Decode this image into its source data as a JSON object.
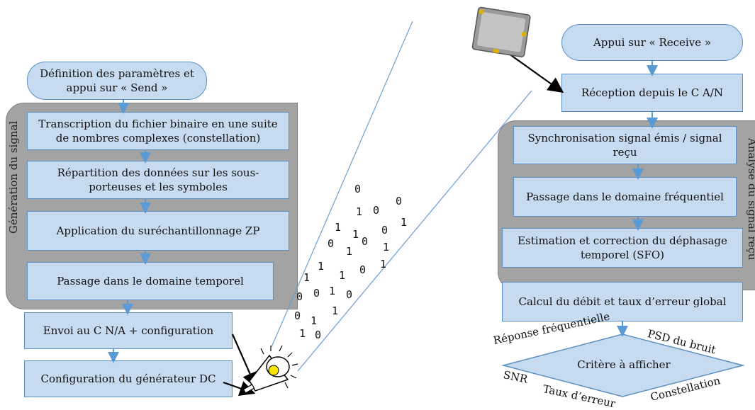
{
  "left_flow": {
    "start": "Définition des paramètres et appui sur « Send »",
    "panel_label": "Génération du signal",
    "steps": [
      "Transcription du fichier binaire en une suite de nombres complexes (constellation)",
      "Répartition des données sur les sous-porteuses et les symboles",
      "Application du suréchantillonnage ZP",
      "Passage dans le domaine temporel"
    ],
    "send": "Envoi au C N/A + configuration",
    "config": "Configuration du générateur DC"
  },
  "right_flow": {
    "start": "Appui sur « Receive »",
    "reception": "Réception depuis le C A/N",
    "panel_label": "Analyse du signal reçu",
    "steps": [
      "Synchronisation signal émis / signal reçu",
      "Passage dans le domaine fréquentiel",
      "Estimation et correction du déphasage temporel (SFO)"
    ],
    "global": "Calcul du débit et taux d’erreur global",
    "decision": "Critère à afficher",
    "options": {
      "top_left": "Réponse fréquentielle",
      "top_right": "PSD du bruit",
      "bottom_left_a": "SNR",
      "bottom_left_b": "Taux d’erreur",
      "bottom_right": "Constellation"
    }
  },
  "bits": [
    "0",
    "0",
    "1",
    "0",
    "1",
    "1",
    "0",
    "1",
    "0",
    "0",
    "1",
    "1",
    "1",
    "1",
    "1",
    "0",
    "1",
    "0",
    "0",
    "1",
    "0",
    "1",
    "0",
    "1",
    "1",
    "0"
  ],
  "colors": {
    "box_fill": "#c6dbef",
    "box_border": "#5b8fc2",
    "panel": "#a3a3a3",
    "arrow": "#5b9bd5",
    "beam": "#6a9fd4"
  }
}
